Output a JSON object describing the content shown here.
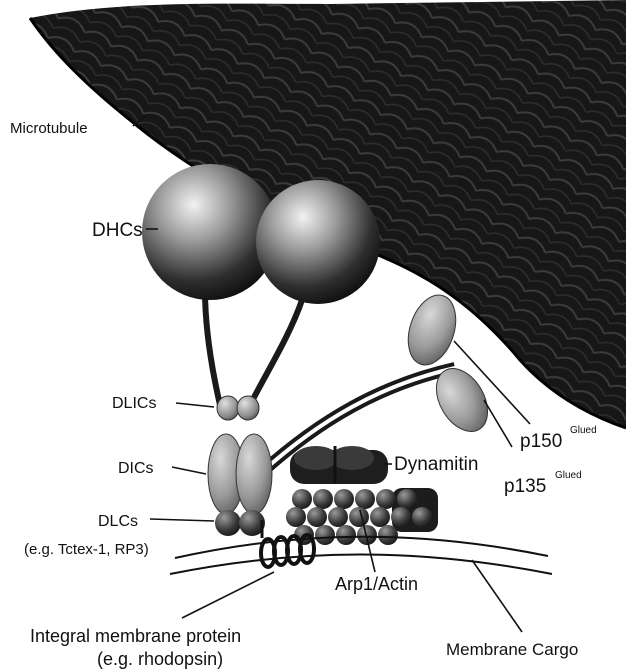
{
  "labels": {
    "microtubule": "Microtubule",
    "dhcs": "DHCs",
    "dlics": "DLICs",
    "dics": "DICs",
    "dlcs": "DLCs",
    "dlcs_example": "(e.g. Tctex-1, RP3)",
    "dynamitin": "Dynamitin",
    "p150": "p150",
    "p150_sup": "Glued",
    "p135": "p135",
    "p135_sup": "Glued",
    "arp1": "Arp1/Actin",
    "integral": "Integral membrane protein",
    "integral_example": "(e.g. rhodopsin)",
    "membrane_cargo": "Membrane Cargo"
  },
  "colors": {
    "microtubule": "#161616",
    "dhc_light": "#e6e6e6",
    "dhc_dark": "#141414",
    "subunit": "#9a9a9a",
    "arp_bead": "#3a3a3a",
    "dynamitin": "#1e1e1e",
    "text": "#111111"
  }
}
